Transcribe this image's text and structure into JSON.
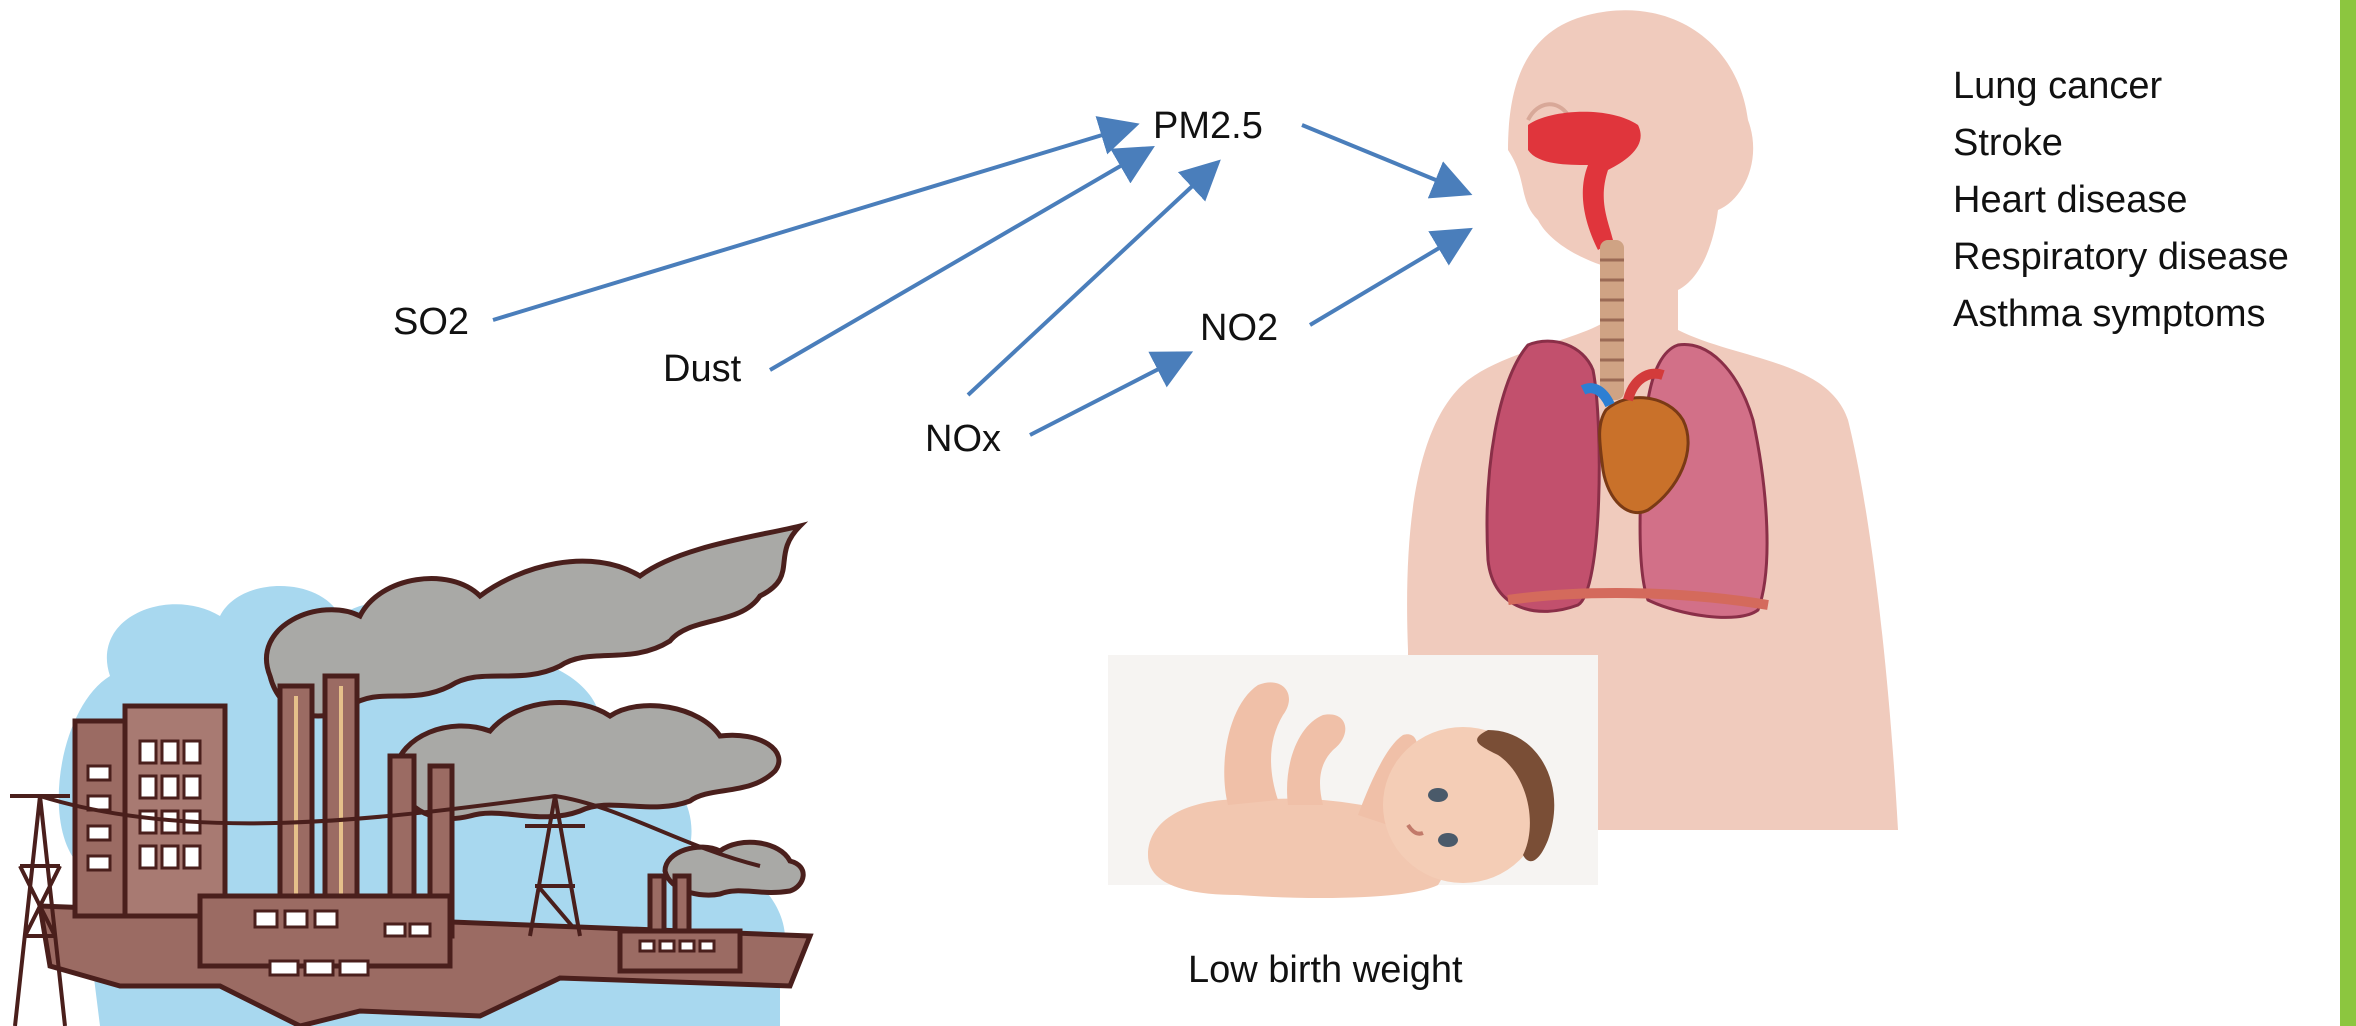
{
  "pollutants": {
    "so2": "SO2",
    "dust": "Dust",
    "nox": "NOx",
    "no2": "NO2",
    "pm25": "PM2.5"
  },
  "outcomes": [
    "Lung cancer",
    "Stroke",
    "Heart disease",
    "Respiratory disease",
    "Asthma symptoms"
  ],
  "baby_caption": "Low birth weight",
  "colors": {
    "arrow": "#4a7ebb",
    "accent_bar": "#8cc63f",
    "sky": "#a8d8ef",
    "smoke": "#a9a9a6",
    "factory": "#9b6b63",
    "outline": "#4a1f1c",
    "skin": "#f0cbbd",
    "lung": "#c2506d",
    "airway": "#e0353c"
  },
  "icons": {
    "factory": "factory-illustration",
    "body": "human-respiratory-system-illustration",
    "baby": "infant-illustration"
  }
}
